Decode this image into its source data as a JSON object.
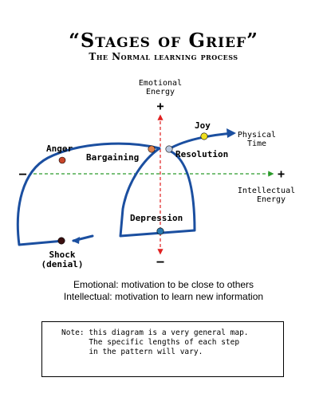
{
  "header": {
    "title": "“Stages of Grief”",
    "subtitle": "The Normal learning process"
  },
  "axes": {
    "vertical_label_line1": "Emotional",
    "vertical_label_line2": "Energy",
    "vertical_plus": "+",
    "vertical_minus": "–",
    "horizontal_label_line1": "Intellectual",
    "horizontal_label_line2": "Energy",
    "horizontal_plus": "+",
    "horizontal_minus": "–",
    "physical_time_line1": "Physical",
    "physical_time_line2": "Time"
  },
  "stages": {
    "anger": "Anger",
    "bargaining": "Bargaining",
    "resolution": "Resolution",
    "joy": "Joy",
    "depression": "Depression",
    "shock_line1": "Shock",
    "shock_line2": "(denial)"
  },
  "colors": {
    "curve": "#1b4fa0",
    "vertical_axis": "#e02020",
    "horizontal_axis": "#2a9a2a",
    "anger_dot": "#c8452a",
    "bargaining_dot": "#e0804a",
    "resolution_dot": "#b8c8e0",
    "joy_dot": "#f0e020",
    "depression_dot": "#2a7ab0",
    "shock_dot": "#3a1010"
  },
  "definitions": {
    "emotional": "Emotional: motivation to be close to others",
    "intellectual": "Intellectual: motivation to learn new information"
  },
  "note": {
    "label": "Note: ",
    "text": "this diagram is a very general map.\nThe specific lengths of each step\nin the pattern will vary."
  }
}
